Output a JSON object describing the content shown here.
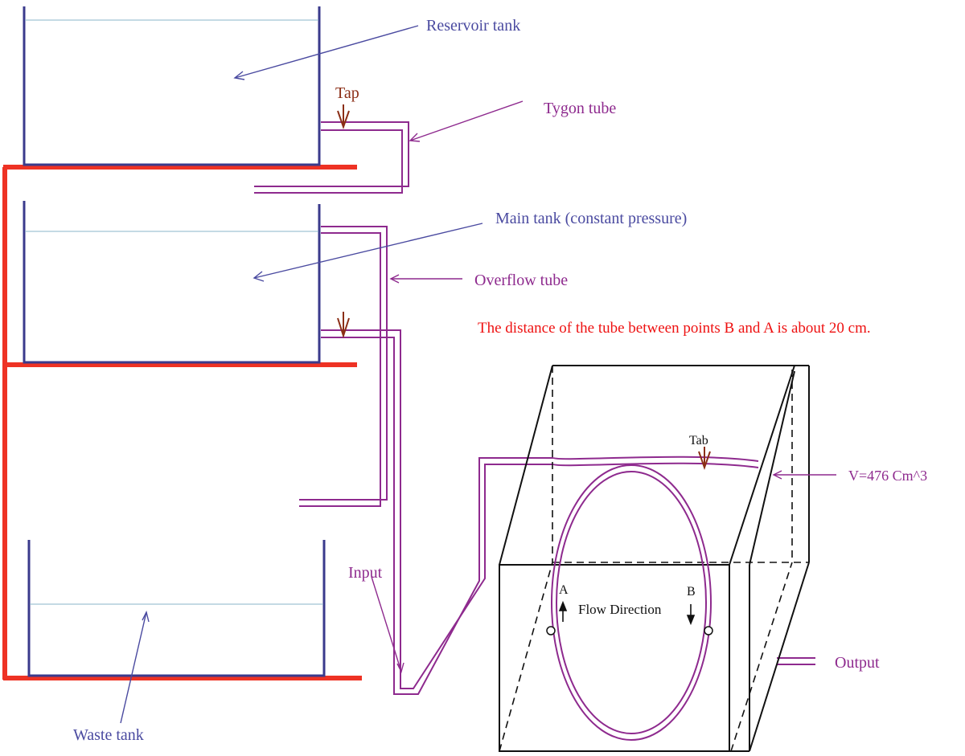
{
  "colors": {
    "tank": "#3a3a8c",
    "water": "#8ab4c9",
    "stand": "#ee3224",
    "tube": "#8e2a8e",
    "label_blue": "#4a4aa0",
    "label_purple": "#8e2a8e",
    "label_brown": "#8b2e16",
    "note": "#ee1111",
    "box": "#111111"
  },
  "labels": {
    "reservoir_tank": "Reservoir tank",
    "tygon_tube": "Tygon tube",
    "tap_top": "Tap",
    "main_tank": "Main tank (constant pressure)",
    "overflow_tube": "Overflow tube",
    "note": "The distance of the tube between points B and A is about 20 cm.",
    "tab": "Tab",
    "volume": "V=476 Cm^3",
    "input": "Input",
    "output": "Output",
    "waste_tank": "Waste tank",
    "point_a": "A",
    "point_b": "B",
    "flow_direction": "Flow Direction"
  }
}
